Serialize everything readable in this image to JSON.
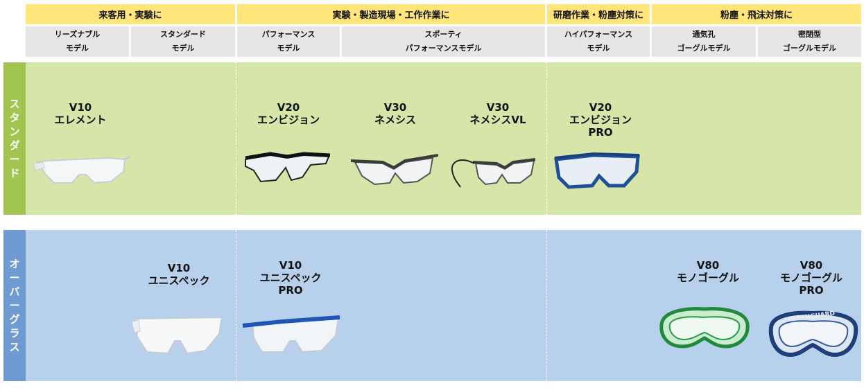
{
  "categories": [
    {
      "label": "来客用・実験に"
    },
    {
      "label": "実験・製造現場・工作作業に"
    },
    {
      "label": "研磨作業・粉塵対策に"
    },
    {
      "label": "粉塵・飛沫対策に"
    }
  ],
  "subcategories": [
    {
      "line1": "リーズナブル",
      "line2": "モデル"
    },
    {
      "line1": "スタンダード",
      "line2": "モデル"
    },
    {
      "line1": "パフォーマンス",
      "line2": "モデル"
    },
    {
      "line1": "スポーティ",
      "line2": "パフォーマンスモデル"
    },
    {
      "line1": "ハイパフォーマンス",
      "line2": "モデル"
    },
    {
      "line1": "通気孔",
      "line2": "ゴーグルモデル"
    },
    {
      "line1": "密閉型",
      "line2": "ゴーグルモデル"
    }
  ],
  "rows": {
    "standard": [
      "ス",
      "タ",
      "ン",
      "ダ",
      "ー",
      "ド"
    ],
    "overglass": [
      "オ",
      "ー",
      "バ",
      "ー",
      "グ",
      "ラ",
      "ス"
    ]
  },
  "products": {
    "v10_element": {
      "model": "V10",
      "name": "エレメント",
      "extra": ""
    },
    "v20_envision": {
      "model": "V20",
      "name": "エンビジョン",
      "extra": ""
    },
    "v30_nemesis": {
      "model": "V30",
      "name": "ネメシス",
      "extra": ""
    },
    "v30_nemesis_vl": {
      "model": "V30",
      "name": "ネメシスVL",
      "extra": ""
    },
    "v20_envision_pro": {
      "model": "V20",
      "name": "エンビジョン",
      "extra": "PRO"
    },
    "v10_unispec": {
      "model": "V10",
      "name": "ユニスペック",
      "extra": ""
    },
    "v10_unispec_pro": {
      "model": "V10",
      "name": "ユニスペック",
      "extra": "PRO"
    },
    "v80_monogoggle": {
      "model": "V80",
      "name": "モノゴーグル",
      "extra": ""
    },
    "v80_monogoggle_pro": {
      "model": "V80",
      "name": "モノゴーグル",
      "extra": "PRO"
    }
  },
  "logo_text": "KLEENGUARD",
  "colors": {
    "header_yellow": "#ffe57a",
    "subheader_gray": "#e6e6e6",
    "standard_band": "#d6e5a8",
    "standard_label": "#a2c551",
    "overglass_band": "#b7d1ec",
    "overglass_label": "#6f9bd2"
  }
}
